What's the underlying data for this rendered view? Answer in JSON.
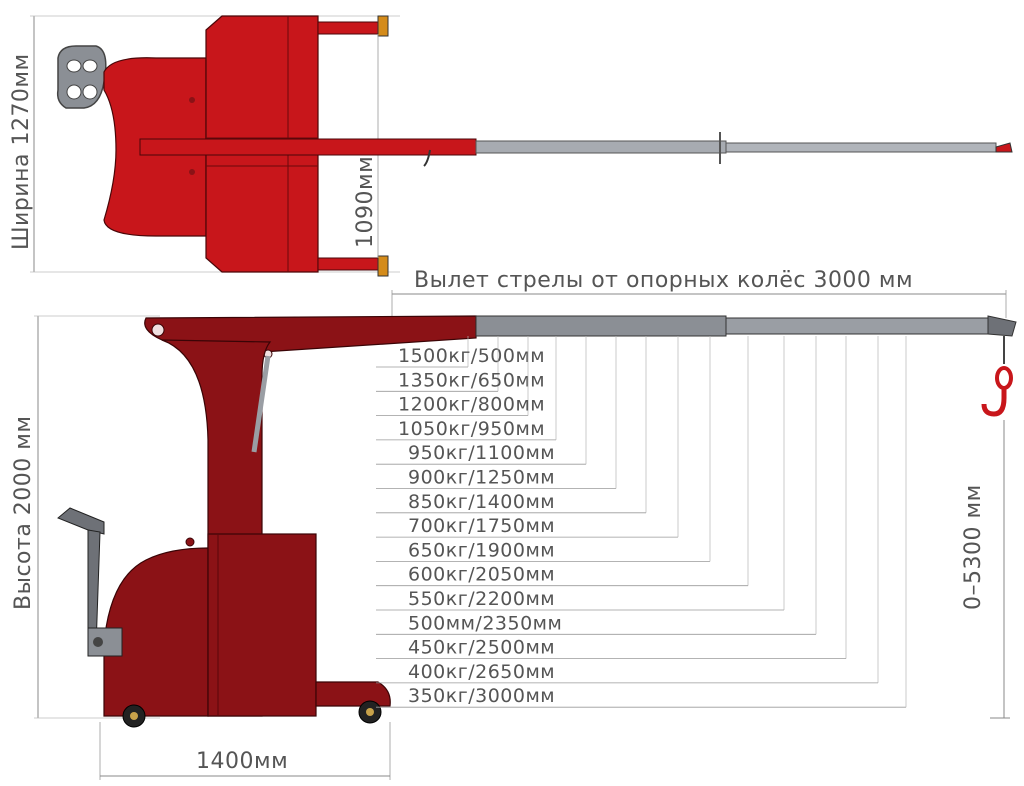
{
  "colors": {
    "body": "#c8161b",
    "dark": "#7a0a0e",
    "maroon": "#8b1216",
    "steel": "#9a9ea4",
    "dimline": "#7a7a7a"
  },
  "labels": {
    "width_total": "Ширина 1270мм",
    "width_inner": "1090мм",
    "reach_title": "Вылет стрелы от опорных колёс 3000 мм",
    "height": "Высота 2000 мм",
    "hook_range": "0–5300 мм",
    "base_length": "1400мм"
  },
  "load_table": [
    "1500кг/500мм",
    "1350кг/650мм",
    "1200кг/800мм",
    "1050кг/950мм",
    "950кг/1100мм",
    "900кг/1250мм",
    "850кг/1400мм",
    "700кг/1750мм",
    "650кг/1900мм",
    "600кг/2050мм",
    "550кг/2200мм",
    "500мм/2350мм",
    "450кг/2500мм",
    "400кг/2650мм",
    "350кг/3000мм"
  ]
}
